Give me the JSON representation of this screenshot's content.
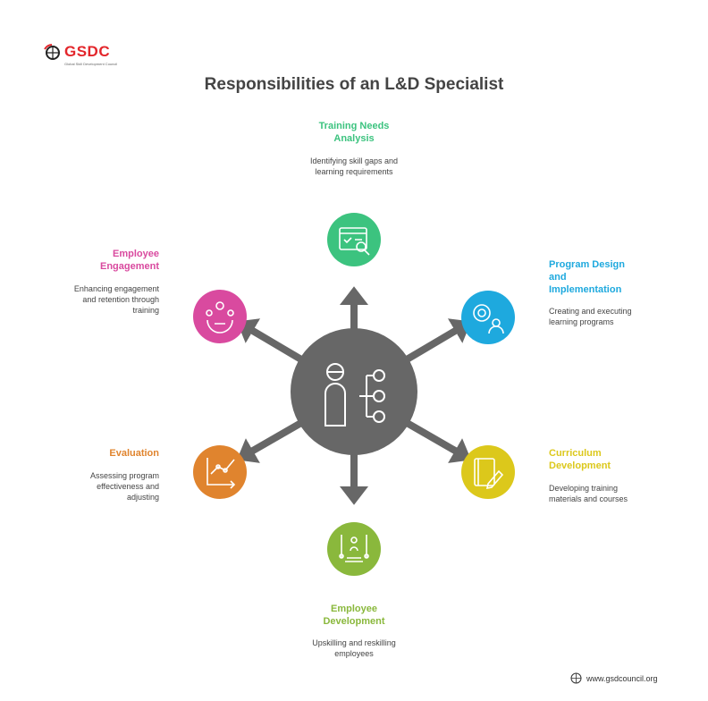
{
  "logo": {
    "name": "GSDC",
    "tagline": "Global Skill Development Council"
  },
  "title": "Responsibilities of an L&D Specialist",
  "colors": {
    "center": "#676767",
    "training": "#3cc37f",
    "program": "#1ea9de",
    "curriculum": "#dcc81b",
    "development": "#8ab83c",
    "evaluation": "#e0842e",
    "engagement": "#d94a9f"
  },
  "nodes": {
    "training": {
      "title": "Training Needs Analysis",
      "desc": "Identifying skill gaps and learning requirements"
    },
    "program": {
      "title": "Program Design and Implementation",
      "desc": "Creating and executing learning programs"
    },
    "curriculum": {
      "title": "Curriculum Development",
      "desc": "Developing training materials and courses"
    },
    "development": {
      "title": "Employee Development",
      "desc": "Upskilling and reskilling employees"
    },
    "evaluation": {
      "title": "Evaluation",
      "desc": "Assessing program effectiveness and adjusting"
    },
    "engagement": {
      "title": "Employee Engagement",
      "desc": "Enhancing engagement and retention through training"
    }
  },
  "footer": {
    "url": "www.gsdcouncil.org"
  }
}
